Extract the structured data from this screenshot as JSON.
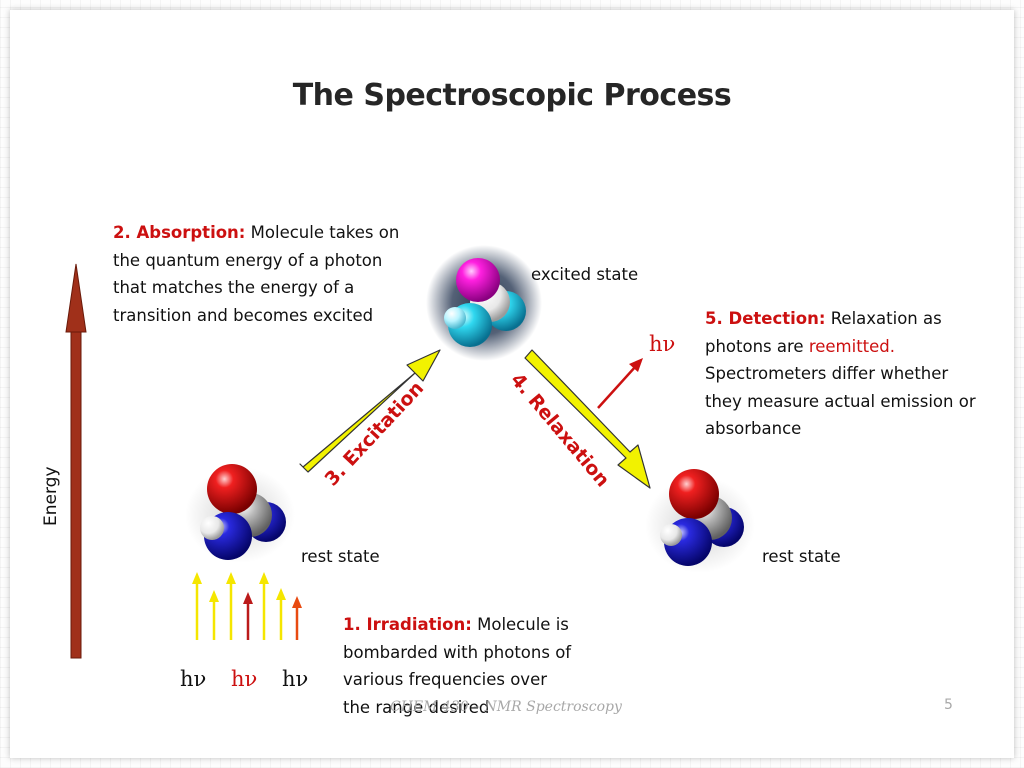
{
  "slide": {
    "title": "The Spectroscopic Process",
    "energy_label": "Energy",
    "absorption": {
      "heading": "2. Absorption:",
      "lines": [
        " Molecule takes on",
        "the quantum energy of a photon",
        "that matches the energy of a",
        "transition and becomes excited"
      ]
    },
    "detection": {
      "heading": "5. Detection:",
      "line1_rest": " Relaxation as",
      "line2_start": "photons are ",
      "line2_highlight": "reemitted.",
      "lines": [
        "Spectrometers differ whether",
        "they measure actual emission or",
        "absorbance"
      ]
    },
    "irradiation": {
      "heading": "1. Irradiation:",
      "line1_rest": " Molecule is",
      "lines": [
        "bombarded with photons of",
        "various frequencies over",
        "the range desired"
      ]
    },
    "states": {
      "excited": "excited state",
      "rest_left": "rest state",
      "rest_right": "rest state"
    },
    "arrows": {
      "excitation": "3. Excitation",
      "relaxation": "4. Relaxation"
    },
    "photon_labels": {
      "detection": "hν",
      "irr_1": "hν",
      "irr_2": "hν",
      "irr_3": "hν"
    },
    "footer": {
      "course": "CHEM 430 – NMR Spectroscopy",
      "page_number": "5"
    },
    "colors": {
      "accent_red": "#cc1010",
      "excitation_arrow": "#f2f200",
      "energy_arrow": "#a0301a",
      "photon_yellow": "#f5e600",
      "photon_red": "#bb1a1a"
    }
  }
}
